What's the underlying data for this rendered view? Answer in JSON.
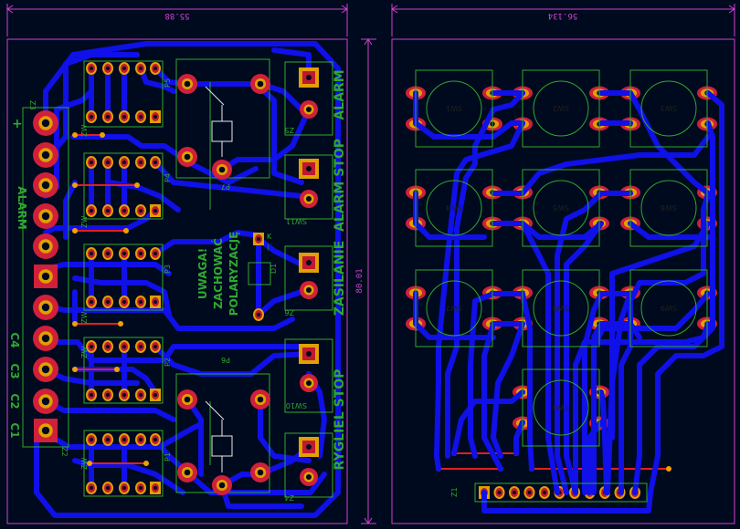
{
  "dimensions": {
    "left_width": "55.88",
    "right_width": "56.134",
    "height": "80.01"
  },
  "left_board": {
    "edge_labels": [
      "RYGLIEL STOP",
      "ZASILANIE",
      "ALARM STOP",
      "ALARM"
    ],
    "warning_lines": [
      "UWAGA!",
      "ZACHOWAĆ",
      "POLARYZACJĘ"
    ],
    "connector_labels": [
      "ALARM",
      "C4",
      "C3",
      "C2",
      "C1",
      "+"
    ],
    "refs": [
      "Z3",
      "Z2",
      "P5",
      "P4",
      "P3",
      "P2",
      "P1",
      "P6",
      "P7",
      "Z5",
      "Z6",
      "Z4",
      "D1",
      "SW11",
      "SW10",
      "ZW",
      "ZW",
      "ZW",
      "ZW",
      "ZW"
    ],
    "diode_marks": [
      "K",
      "—"
    ]
  },
  "right_board": {
    "switches": [
      "SW1",
      "SW2",
      "SW3",
      "SW4",
      "SW5",
      "SW6",
      "SW7",
      "SW8",
      "SW9",
      "SW0"
    ],
    "header_ref": "Z1"
  },
  "colors": {
    "background": "#000a1e",
    "trace": "#1010e8",
    "pad_outer": "#d0203a",
    "pad_ring": "#e0a000",
    "silk": "#2fa82f",
    "dimension": "#d040d0",
    "jumper": "#e02020"
  }
}
